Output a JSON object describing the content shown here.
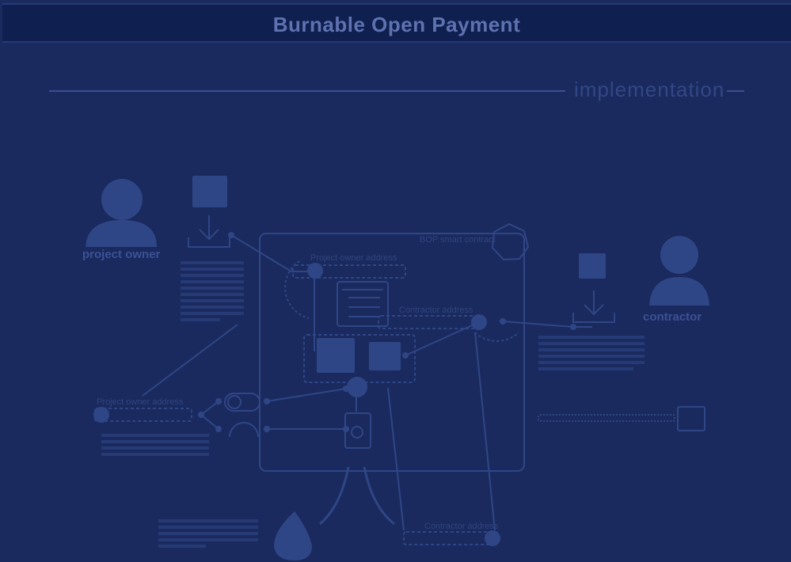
{
  "header": {
    "title": "Burnable Open Payment"
  },
  "section": {
    "label": "implementation"
  },
  "roles": {
    "owner": "project owner",
    "contractor": "contractor"
  },
  "contract": {
    "label": "BOP smart contract"
  },
  "addresses": {
    "owner_top": "Project owner address",
    "contractor_mid": "Contractor address",
    "owner_left": "Project owner address",
    "contractor_bottom": "Contractor address"
  },
  "colors": {
    "background": "#1a2a5e",
    "header": "#0f1f4f",
    "line": "#2f4686",
    "accent": "#3c5196"
  },
  "icons": [
    "person-icon",
    "money-icon",
    "download-icon",
    "lock-icon",
    "document-icon",
    "toggle-icon",
    "gauge-icon",
    "fire-icon",
    "exit-icon",
    "globe-icon"
  ]
}
